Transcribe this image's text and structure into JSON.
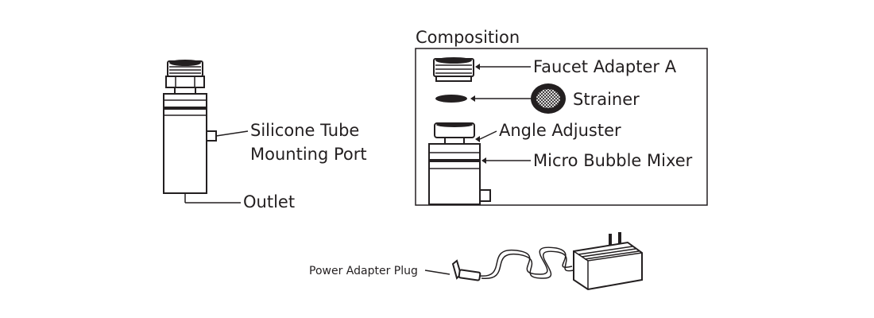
{
  "labels": {
    "silicone_tube_line1": "Silicone Tube",
    "silicone_tube_line2": "Mounting Port",
    "outlet": "Outlet",
    "composition_title": "Composition",
    "faucet_adapter": "Faucet Adapter A",
    "strainer": "Strainer",
    "angle_adjuster": "Angle Adjuster",
    "micro_bubble_mixer": "Micro Bubble Mixer",
    "power_adapter_plug": "Power Adapter Plug"
  },
  "colors": {
    "ink": "#231f20",
    "background": "#ffffff"
  }
}
